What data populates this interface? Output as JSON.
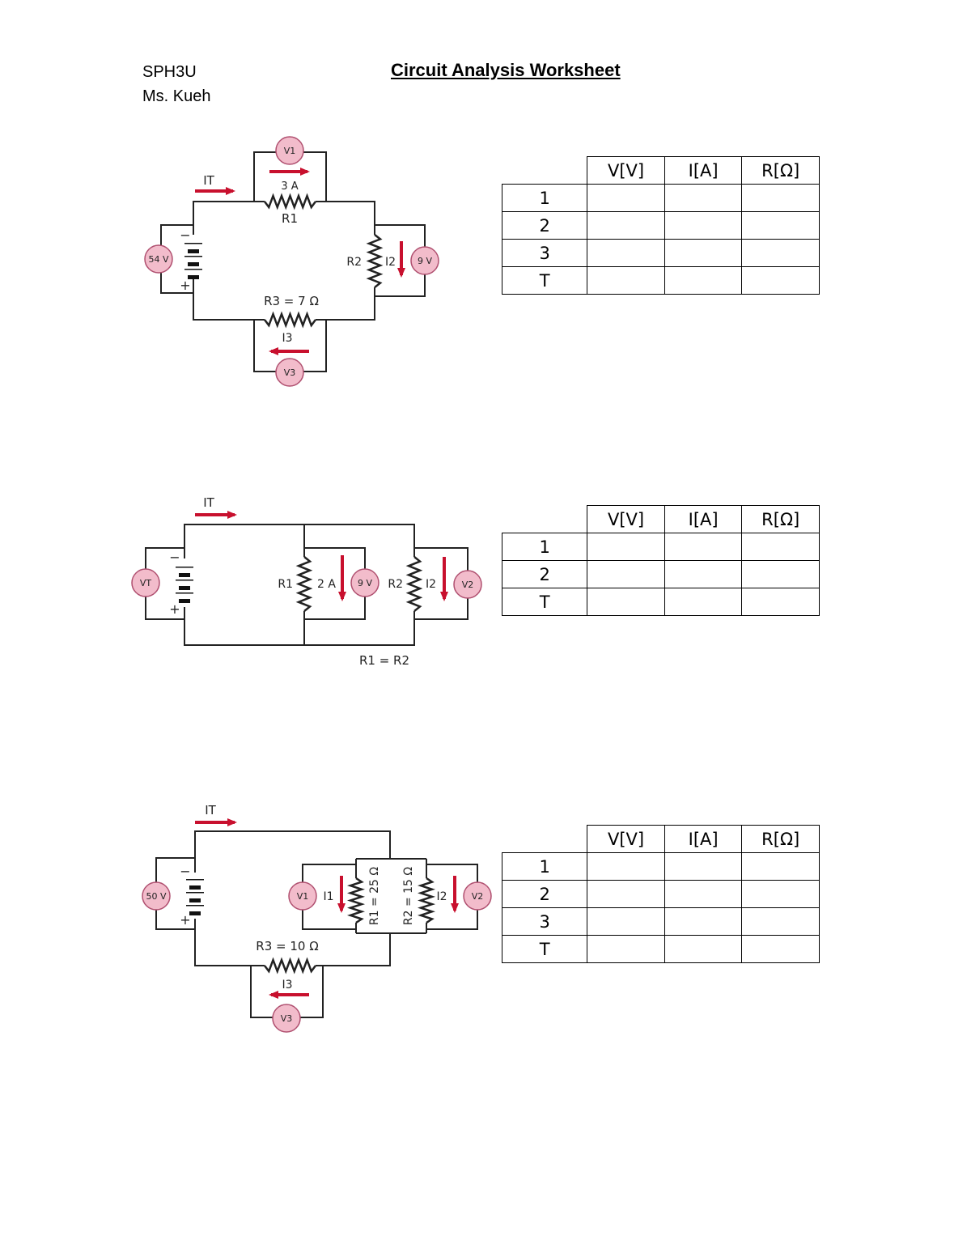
{
  "header": {
    "course": "SPH3U",
    "teacher": "Ms. Kueh",
    "title": "Circuit Analysis Worksheet"
  },
  "colors": {
    "arrow": "#c8102e",
    "meter_fill": "#f2bccb",
    "meter_stroke": "#b05070",
    "wire": "#222222"
  },
  "circuits": [
    {
      "labels": {
        "it": "IT",
        "v1": "V1",
        "i1": "3 A",
        "r1": "R1",
        "battery": "54 V",
        "r2": "R2",
        "i2": "I2",
        "v2": "9 V",
        "r3": "R3 = 7 Ω",
        "i3": "I3",
        "v3": "V3",
        "minus": "−",
        "plus": "+"
      }
    },
    {
      "labels": {
        "it": "IT",
        "battery": "VT",
        "r1": "R1",
        "i1": "2 A",
        "v1": "9 V",
        "r2": "R2",
        "i2": "I2",
        "v2": "V2",
        "note": "R1 = R2",
        "minus": "−",
        "plus": "+"
      }
    },
    {
      "labels": {
        "it": "IT",
        "battery": "50 V",
        "v1": "V1",
        "i1": "I1",
        "r1": "R1 = 25 Ω",
        "r2": "R2 = 15 Ω",
        "i2": "I2",
        "v2": "V2",
        "r3": "R3 = 10 Ω",
        "i3": "I3",
        "v3": "V3",
        "minus": "−",
        "plus": "+"
      }
    }
  ],
  "tables": [
    {
      "headers": [
        "",
        "V[V]",
        "I[A]",
        "R[Ω]"
      ],
      "rows": [
        "1",
        "2",
        "3",
        "T"
      ]
    },
    {
      "headers": [
        "",
        "V[V]",
        "I[A]",
        "R[Ω]"
      ],
      "rows": [
        "1",
        "2",
        "T"
      ]
    },
    {
      "headers": [
        "",
        "V[V]",
        "I[A]",
        "R[Ω]"
      ],
      "rows": [
        "1",
        "2",
        "3",
        "T"
      ]
    }
  ]
}
